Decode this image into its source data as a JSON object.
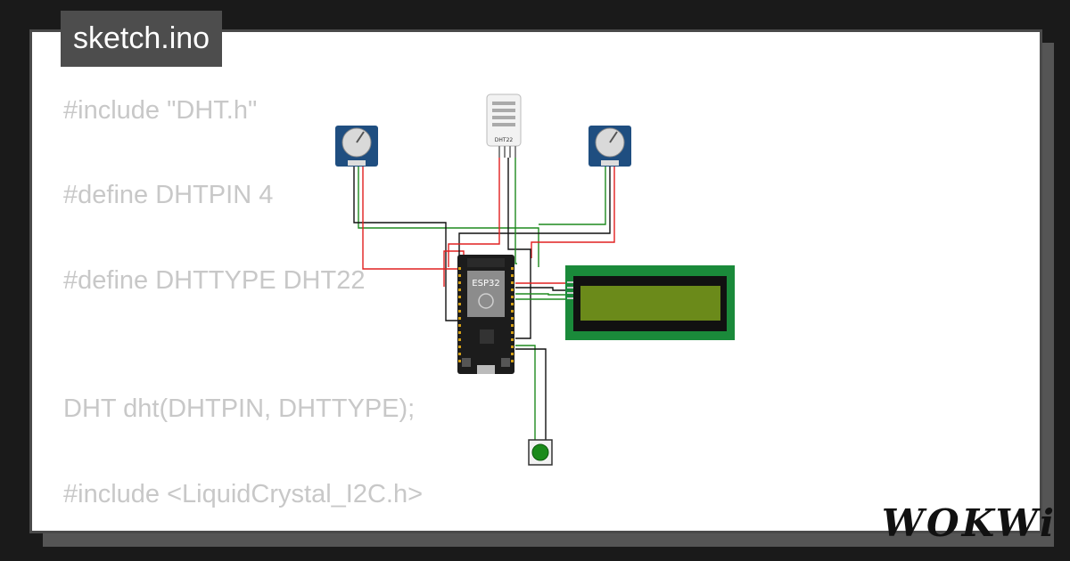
{
  "tab": {
    "filename": "sketch.ino"
  },
  "code_lines": [
    "#include \"DHT.h\"",
    "#define DHTPIN 4",
    "#define DHTTYPE DHT22",
    "DHT dht(DHTPIN, DHTTYPE);",
    "#include <LiquidCrystal_I2C.h>"
  ],
  "components": {
    "esp32_label": "ESP32",
    "dht22_label": "DHT22"
  },
  "brand": {
    "logo": "WOKWi"
  },
  "colors": {
    "wire_red": "#e02020",
    "wire_green": "#1e8a1e",
    "wire_black": "#111111",
    "lcd_green": "#1a8a3a",
    "lcd_screen": "#6b8a1a",
    "button_green": "#1a8a1a",
    "pot_blue": "#1f4e80"
  }
}
